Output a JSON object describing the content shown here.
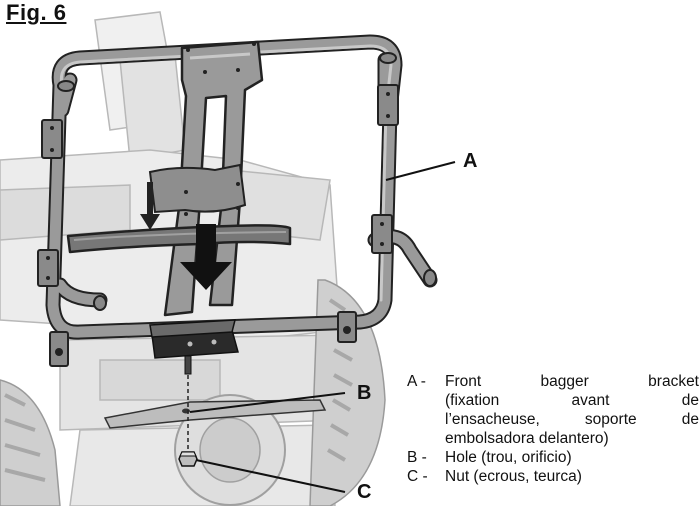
{
  "figure": {
    "title": "Fig. 6"
  },
  "callouts": {
    "a": "A",
    "b": "B",
    "c": "C"
  },
  "legend": [
    {
      "key": "A -",
      "lines": [
        "Front bagger bracket",
        "(fixation avant de",
        "l’ensacheuse, soporte de",
        "embolsadora delantero)"
      ]
    },
    {
      "key": "B -",
      "lines": [
        "Hole (trou, orificio)"
      ]
    },
    {
      "key": "C -",
      "lines": [
        "Nut (ecrous, teurca)"
      ]
    }
  ],
  "colors": {
    "frame": "#9a9a9a",
    "frame_dark": "#555555",
    "outline": "#222222",
    "background_machine": "#e6e6e6"
  }
}
